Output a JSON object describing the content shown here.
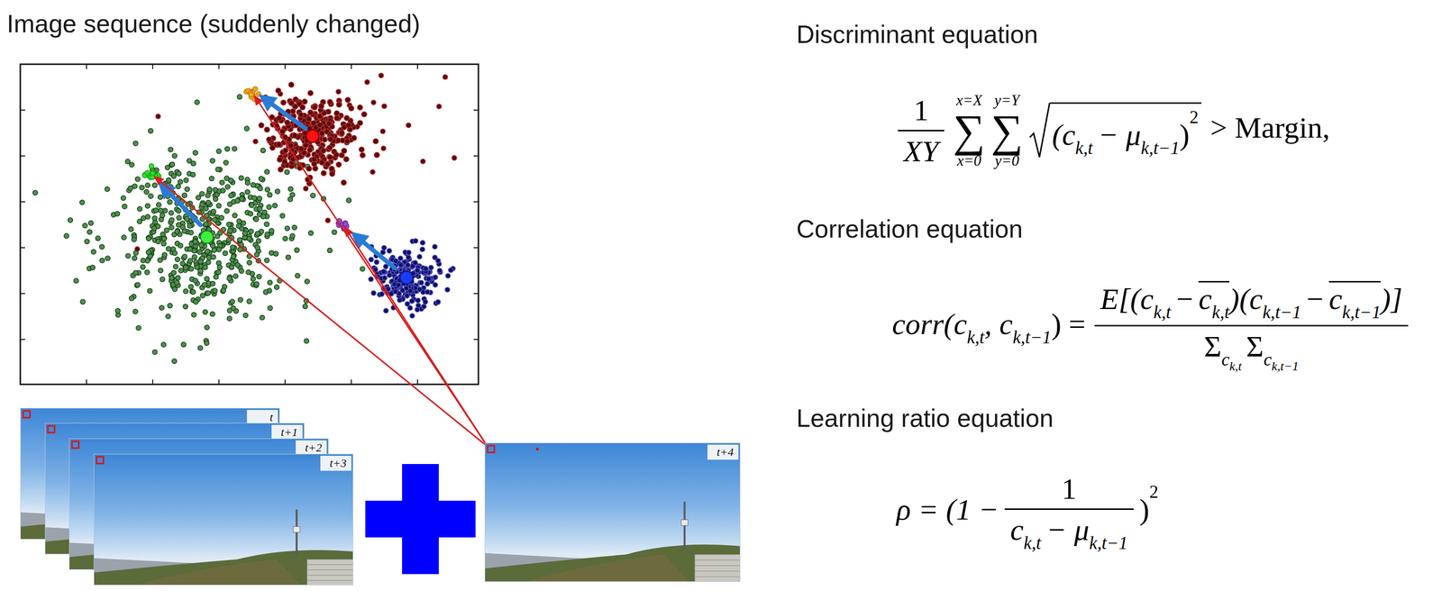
{
  "diagram": {
    "title": "Image sequence (suddenly changed)",
    "nodes": [
      {
        "text": [
          "t"
        ]
      },
      {
        "text": [
          "t+1"
        ]
      },
      {
        "text": [
          "t+2"
        ]
      },
      {
        "text": [
          "t+3"
        ]
      },
      {
        "text": [
          "t+4"
        ]
      }
    ],
    "labels": [
      "Discriminant equation",
      "1",
      "XY",
      "x=X",
      "∑",
      "x=0",
      "y=Y",
      "∑",
      "y=0",
      "(c",
      "k,t",
      "− μ",
      "k,t−1",
      ")",
      "2",
      "> Margin,",
      "Correlation equation",
      "corr(c",
      "k,t",
      ", c",
      "k,t−1",
      ") =",
      "E[(c",
      "k,t",
      "−",
      "c",
      "k,t",
      ")(c",
      "k,t−1",
      "−",
      "c",
      "k,t−1",
      ")]",
      "Σ",
      "c",
      "k,t",
      "Σ",
      "c",
      "k,t−1",
      "Learning ratio equation",
      "ρ = (1 −",
      "1",
      "c",
      "k,t",
      "− μ",
      "k,t−1",
      ")",
      "2"
    ]
  }
}
